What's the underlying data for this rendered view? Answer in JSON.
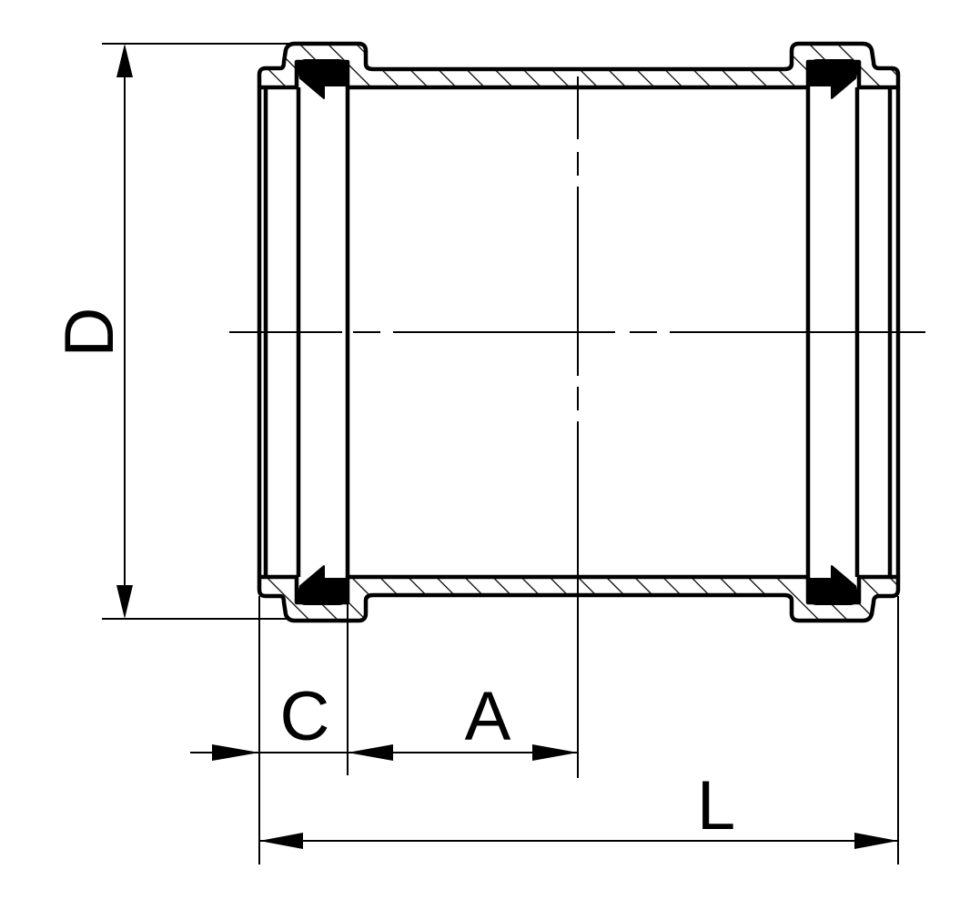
{
  "drawing": {
    "subject": "pipe coupling with seal rings (cross-section)",
    "colors": {
      "line": "#000000",
      "background": "#ffffff"
    },
    "dimensions": {
      "D": {
        "label": "D",
        "orientation": "vertical"
      },
      "C": {
        "label": "C",
        "orientation": "horizontal"
      },
      "A": {
        "label": "A",
        "orientation": "horizontal"
      },
      "L": {
        "label": "L",
        "orientation": "horizontal"
      }
    }
  }
}
